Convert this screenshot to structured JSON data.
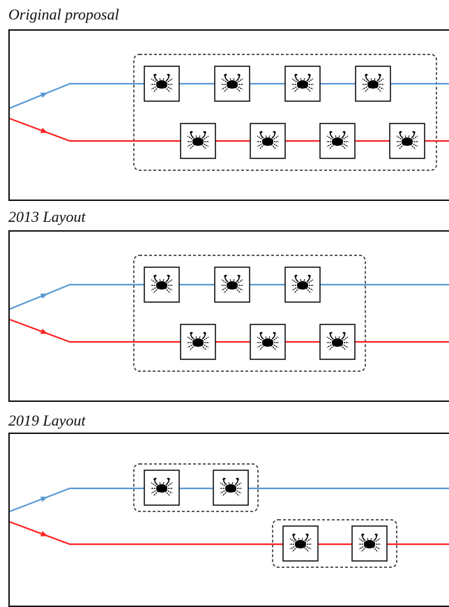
{
  "colors": {
    "line_a": "#5b9bd5",
    "line_b": "#ff2222",
    "frame": "#111111",
    "group_border": "#222222"
  },
  "icons": {
    "unit": "crab-icon"
  },
  "panels": [
    {
      "title": "Original proposal",
      "blue_units": 4,
      "red_units": 4,
      "groups": 1
    },
    {
      "title": "2013 Layout",
      "blue_units": 3,
      "red_units": 3,
      "groups": 1
    },
    {
      "title": "2019 Layout",
      "blue_units": 2,
      "red_units": 2,
      "groups": 2
    }
  ]
}
